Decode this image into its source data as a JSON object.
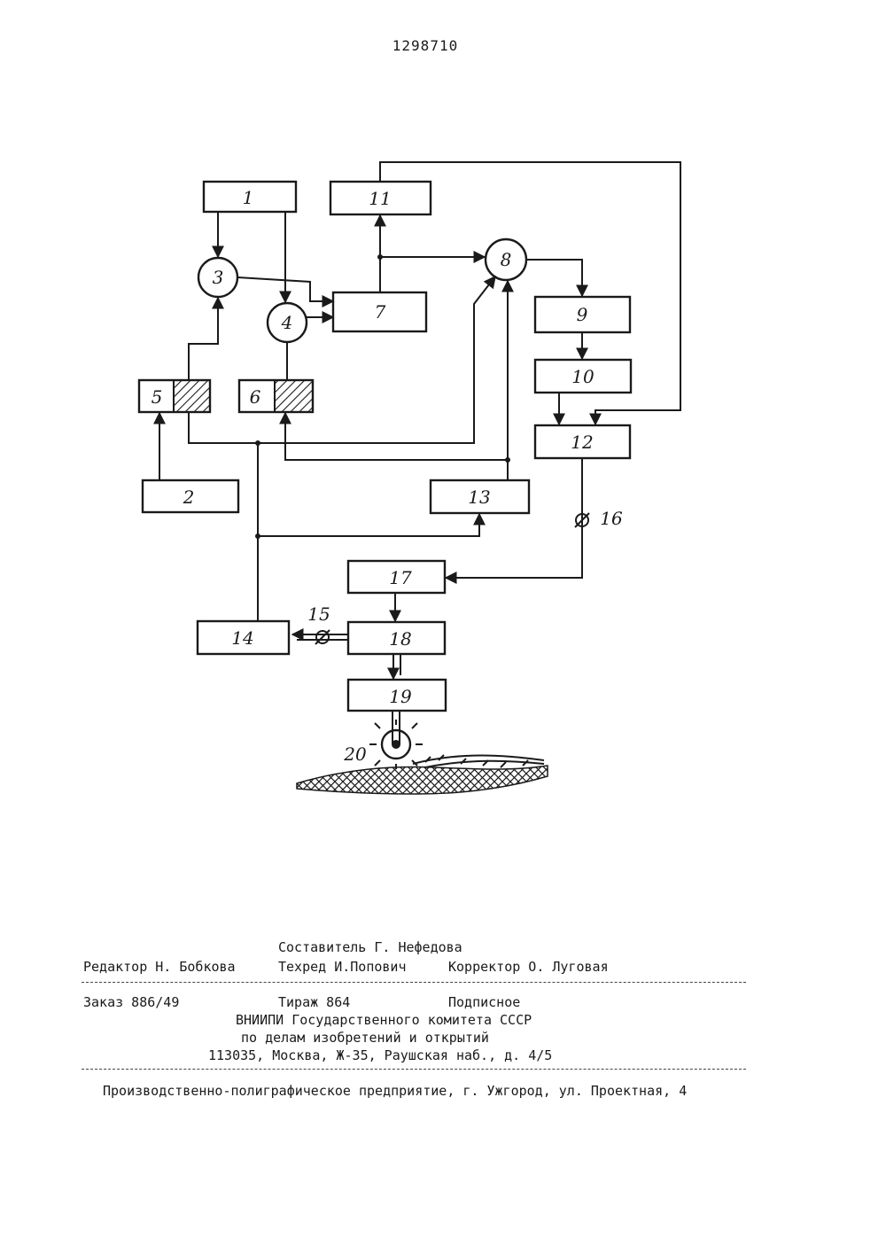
{
  "patent_number": "1298710",
  "diagram": {
    "blocks": {
      "b1": "1",
      "b2": "2",
      "b3": "3",
      "b4": "4",
      "b5": "5",
      "b6": "6",
      "b7": "7",
      "b8": "8",
      "b9": "9",
      "b10": "10",
      "b11": "11",
      "b12": "12",
      "b13": "13",
      "b14": "14",
      "b15": "15",
      "b16": "16",
      "b17": "17",
      "b18": "18",
      "b19": "19",
      "b20": "20"
    }
  },
  "footer": {
    "compiler": "Составитель Г. Нефедова",
    "editor": "Редактор Н. Бобкова",
    "techred": "Техред И.Попович",
    "corrector": "Корректор О. Луговая",
    "order": "Заказ 886/49",
    "circulation": "Тираж 864",
    "subscription": "Подписное",
    "org_line1": "ВНИИПИ Государственного комитета СССР",
    "org_line2": "по делам изобретений и открытий",
    "org_address": "113035, Москва, Ж-35, Раушская наб., д. 4/5",
    "printer": "Производственно-полиграфическое предприятие, г. Ужгород, ул. Проектная, 4"
  }
}
